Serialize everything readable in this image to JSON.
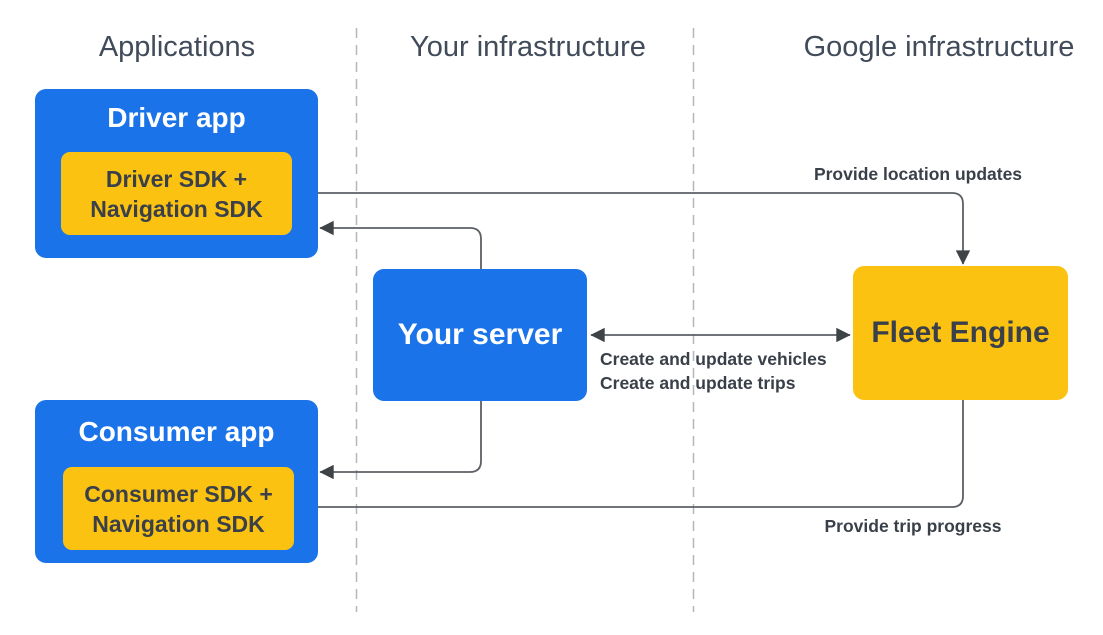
{
  "colors": {
    "blue": "#1A73E8",
    "yellow": "#FCC211",
    "white_text": "#FFFFFF",
    "dark_text": "#3A4049",
    "heading": "#414B5A",
    "line": "#5C6065",
    "arrowhead": "#3E4348",
    "divider": "#B4B7BA",
    "background": "#FFFFFF"
  },
  "columns": [
    {
      "label": "Applications"
    },
    {
      "label": "Your infrastructure"
    },
    {
      "label": "Google infrastructure"
    }
  ],
  "nodes": {
    "driver_app": {
      "label": "Driver app"
    },
    "driver_sdk": {
      "line1": "Driver SDK +",
      "line2": "Navigation SDK"
    },
    "consumer_app": {
      "label": "Consumer app"
    },
    "consumer_sdk": {
      "line1": "Consumer SDK +",
      "line2": "Navigation SDK"
    },
    "your_server": {
      "label": "Your server"
    },
    "fleet_engine": {
      "label": "Fleet Engine"
    }
  },
  "edges": {
    "location_updates": {
      "label": "Provide location updates"
    },
    "vehicles": {
      "label": "Create and update vehicles"
    },
    "trips": {
      "label": "Create and update trips"
    },
    "trip_progress": {
      "label": "Provide trip progress"
    }
  }
}
